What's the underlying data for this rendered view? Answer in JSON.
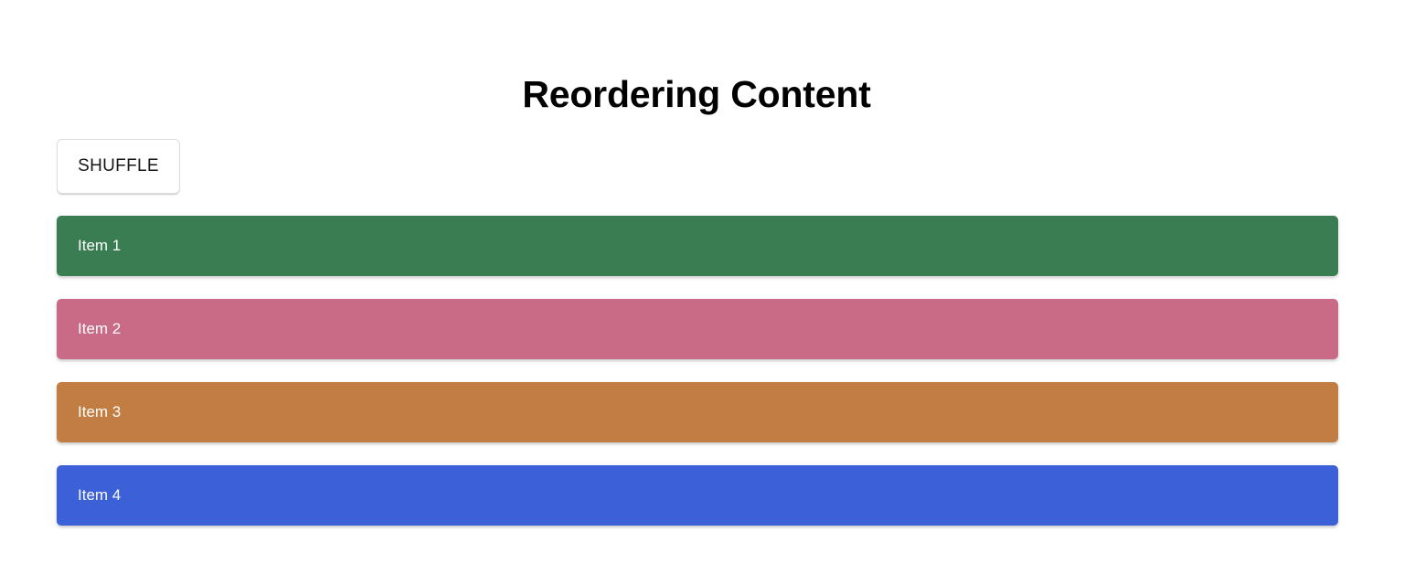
{
  "page": {
    "title": "Reordering Content",
    "background_color": "#ffffff"
  },
  "toolbar": {
    "shuffle_label": "SHUFFLE"
  },
  "list": {
    "items": [
      {
        "label": "Item 1",
        "color": "#3b7d52"
      },
      {
        "label": "Item 2",
        "color": "#c96b87"
      },
      {
        "label": "Item 3",
        "color": "#c27e42"
      },
      {
        "label": "Item 4",
        "color": "#3b60d8"
      }
    ]
  }
}
